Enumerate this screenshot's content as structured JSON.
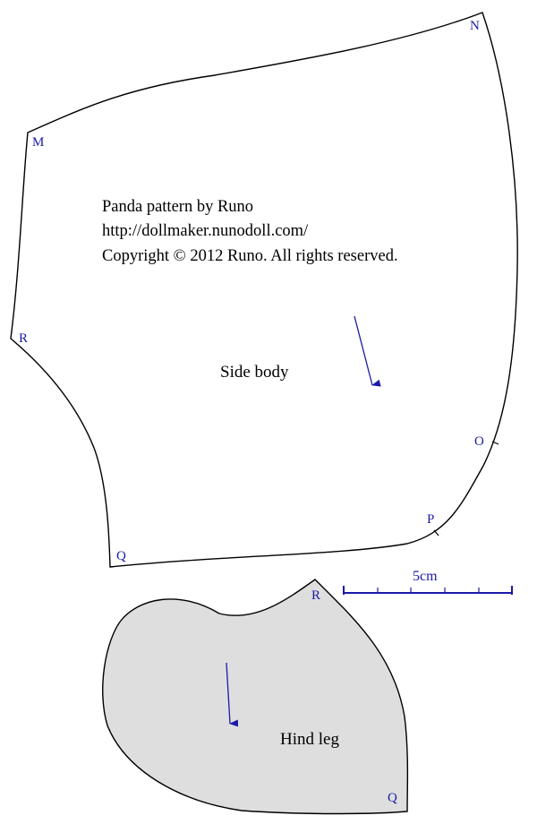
{
  "credits": {
    "line1": "Panda pattern by Runo",
    "line2": "http://dollmaker.nunodoll.com/",
    "line3": "Copyright © 2012 Runo. All rights reserved."
  },
  "pieces": {
    "side_body": {
      "name": "Side body",
      "points": {
        "M": "M",
        "N": "N",
        "R": "R",
        "O": "O",
        "P": "P",
        "Q": "Q"
      },
      "fill": "#ffffff"
    },
    "hind_leg": {
      "name": "Hind leg",
      "points": {
        "R": "R",
        "Q": "Q"
      },
      "fill": "#dedede"
    }
  },
  "scale": {
    "label": "5cm"
  },
  "colors": {
    "outline": "#000000",
    "accent": "#1a1aa8"
  }
}
